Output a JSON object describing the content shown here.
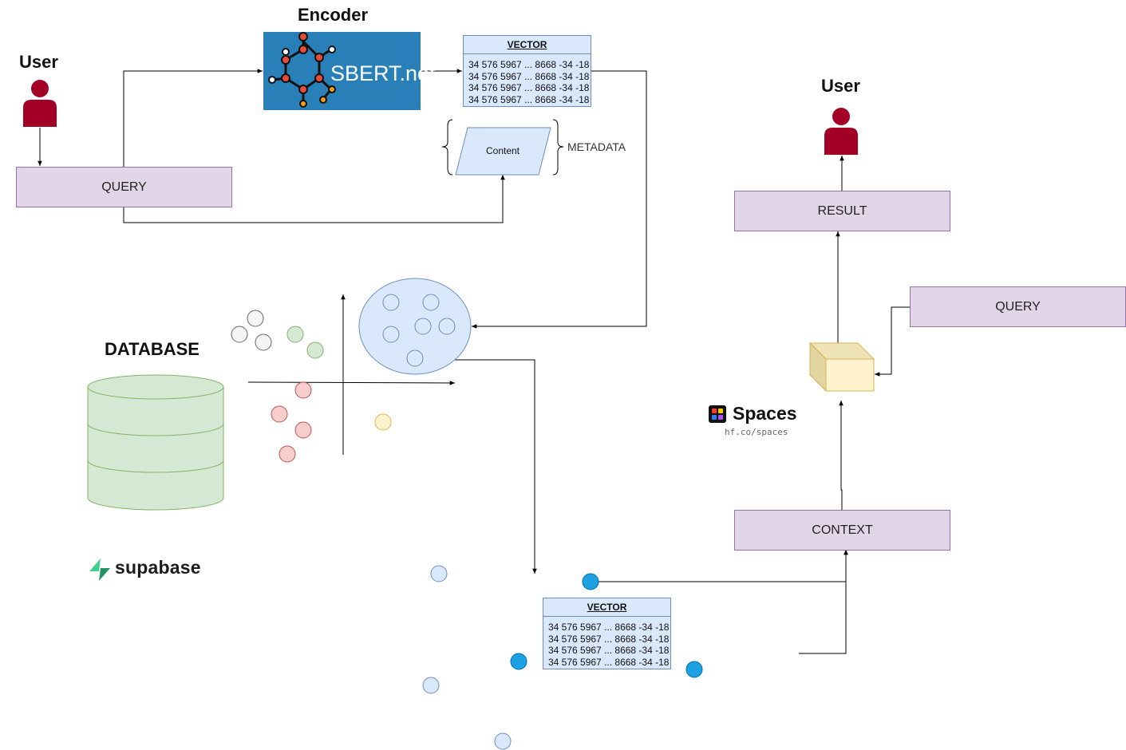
{
  "left_user": {
    "label": "User"
  },
  "right_user": {
    "label": "User"
  },
  "encoder": {
    "label": "Encoder",
    "logo_text": "SBERT.net"
  },
  "vector_top": {
    "title": "VECTOR",
    "rows": [
      "34 576 5967 ... 8668 -34 -18",
      "34 576 5967 ... 8668 -34 -18",
      "34 576 5967 ... 8668 -34 -18",
      "34 576 5967 ... 8668 -34 -18"
    ]
  },
  "vector_bottom": {
    "title": "VECTOR",
    "rows": [
      "34 576 5967 ... 8668 -34 -18",
      "34 576 5967 ... 8668 -34 -18",
      "34 576 5967 ... 8668 -34 -18",
      "34 576 5967 ... 8668 -34 -18"
    ]
  },
  "content": {
    "label": "Content",
    "metadata_label": "METADATA"
  },
  "query_left": {
    "label": "QUERY"
  },
  "query_right": {
    "label": "QUERY"
  },
  "result": {
    "label": "RESULT"
  },
  "context": {
    "label": "CONTEXT"
  },
  "database": {
    "label": "DATABASE"
  },
  "supabase": {
    "label": "supabase"
  },
  "spaces": {
    "label": "Spaces",
    "url": "hf.co/spaces"
  },
  "colors": {
    "user": "#a20025",
    "process_fill": "#e1d5e7",
    "process_stroke": "#9673a6",
    "vector_fill": "#dae8fc",
    "database_fill": "#d5e8d4",
    "database_stroke": "#82b366",
    "llm_cube_fill": "#fff2cc",
    "llm_cube_stroke": "#d6b656",
    "sbert_bg": "#2980b9",
    "supabase_green": "#3ecf8e",
    "dot_blue": "#1ba1e2"
  }
}
